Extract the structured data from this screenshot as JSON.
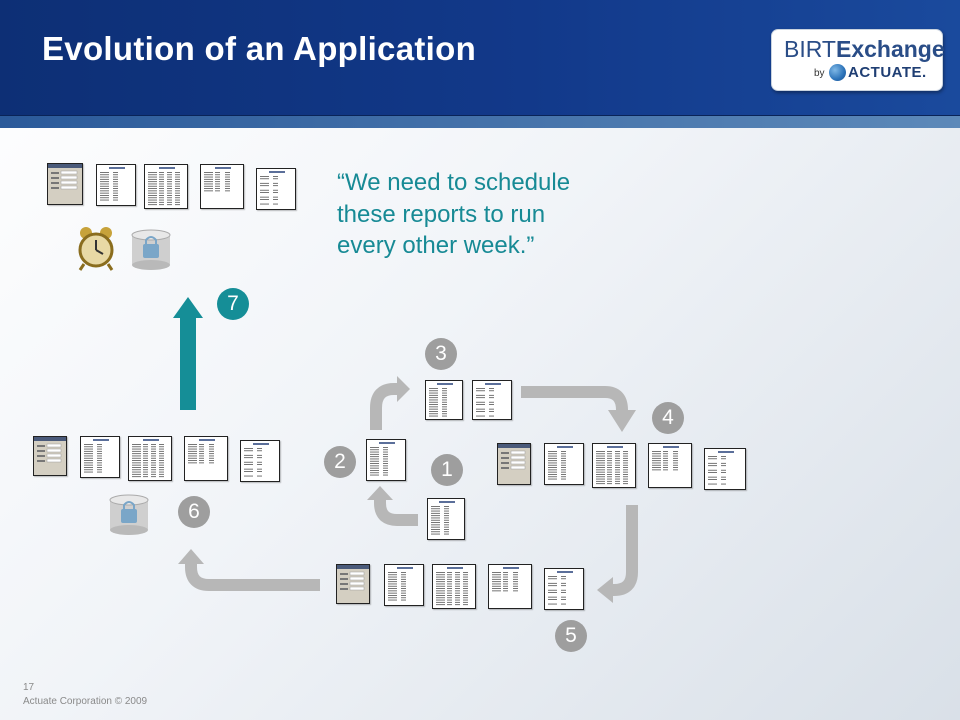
{
  "slide": {
    "title": "Evolution of an Application",
    "quote": "“We need to schedule these reports to run every other week.”",
    "page_number": "17",
    "copyright": "Actuate Corporation © 2009"
  },
  "logo": {
    "birt": "BIRT",
    "exchange": "Exchange",
    "by": "by",
    "actuate": "ACTUATE."
  },
  "steps": [
    {
      "label": "1"
    },
    {
      "label": "2"
    },
    {
      "label": "3"
    },
    {
      "label": "4"
    },
    {
      "label": "5"
    },
    {
      "label": "6"
    },
    {
      "label": "7"
    }
  ],
  "colors": {
    "header": "#12398a",
    "quote_text": "#178a95",
    "step_badge": "#9e9e9e",
    "highlight_badge": "#158e97",
    "arrow_gray": "#b7b7b7",
    "arrow_teal": "#158e97"
  }
}
